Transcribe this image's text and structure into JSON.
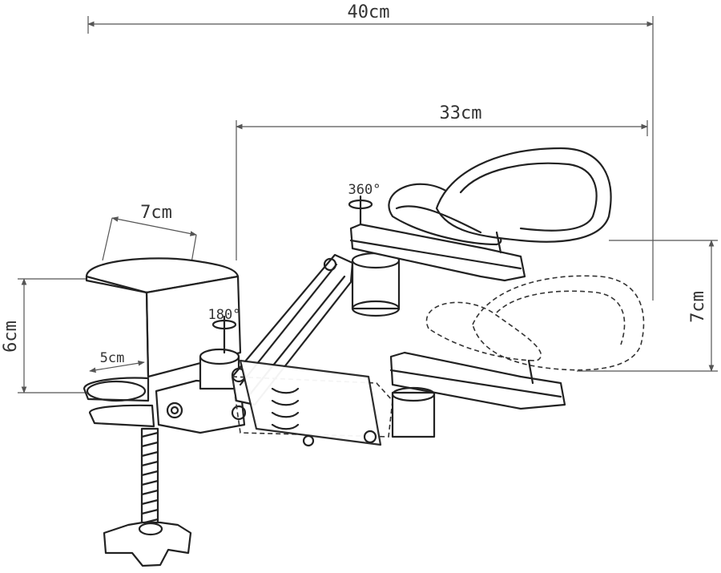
{
  "dimensions": {
    "total_width": "40cm",
    "arm_reach": "33cm",
    "clamp_depth": "7cm",
    "clamp_height": "6cm",
    "clamp_opening": "5cm",
    "pad_height_range": "7cm"
  },
  "rotations": {
    "pad_swivel": "360°",
    "joint_swivel": "180°"
  },
  "colors": {
    "ink": "#222222",
    "dimension_line": "#555555",
    "background": "#ffffff"
  }
}
